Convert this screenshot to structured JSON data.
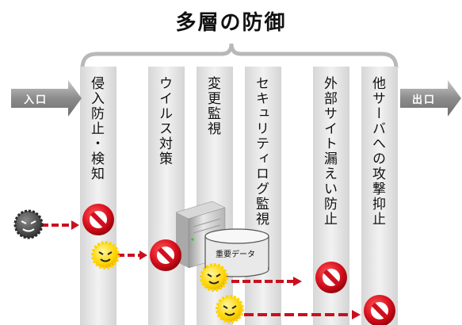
{
  "title": "多層の防御",
  "entry_label": "入口",
  "exit_label": "出口",
  "layers": [
    {
      "label": "侵入防止・検知"
    },
    {
      "label": "ウイルス対策"
    },
    {
      "label": "変更監視"
    },
    {
      "label": "セキュリティログ監視"
    },
    {
      "label": "外部サイト漏えい防止"
    },
    {
      "label": "他サーバへの攻撃抑止"
    }
  ],
  "database_label": "重要データ",
  "colors": {
    "column_fill": "#e6e6e6",
    "block_icon": "#d0101e",
    "threat_arrow": "#c8101e",
    "attacker_dark": "#444444",
    "attacker_yellow": "#ffd400",
    "entry_exit_arrow": "#8a8a8a"
  }
}
